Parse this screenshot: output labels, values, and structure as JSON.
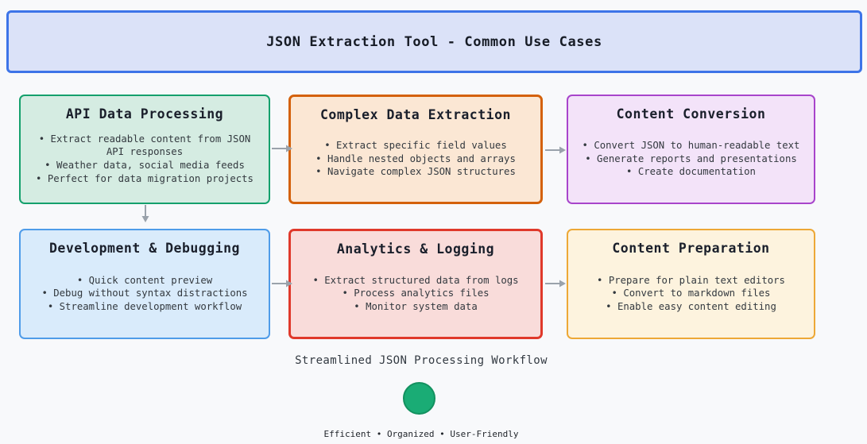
{
  "colors": {
    "page_bg": "#f8f9fb",
    "arrow": "#9aa2ab",
    "title_text": "#171c26",
    "body_text": "#33393f"
  },
  "header": {
    "title": "JSON Extraction Tool - Common Use Cases",
    "fill": "#dbe2f8",
    "border": "#3d74e8"
  },
  "boxes": [
    {
      "id": "api-data-processing",
      "title": "API Data Processing",
      "bullets": [
        "Extract readable content from JSON API responses",
        "Weather data, social media feeds",
        "Perfect for data migration projects"
      ],
      "fill": "#d5ece2",
      "border": "#14a06c"
    },
    {
      "id": "complex-data-extraction",
      "title": "Complex Data Extraction",
      "bullets": [
        "Extract specific field values",
        "Handle nested objects and arrays",
        "Navigate complex JSON structures"
      ],
      "fill": "#fbe7d4",
      "border": "#d4610b"
    },
    {
      "id": "content-conversion",
      "title": "Content Conversion",
      "bullets": [
        "Convert JSON to human-readable text",
        "Generate reports and presentations",
        "Create documentation"
      ],
      "fill": "#f3e3f9",
      "border": "#a845cb"
    },
    {
      "id": "development-debugging",
      "title": "Development & Debugging",
      "bullets": [
        "Quick content preview",
        "Debug without syntax distractions",
        "Streamline development workflow"
      ],
      "fill": "#d9ebfb",
      "border": "#4f9ce9"
    },
    {
      "id": "analytics-logging",
      "title": "Analytics & Logging",
      "bullets": [
        "Extract structured data from logs",
        "Process analytics files",
        "Monitor system data"
      ],
      "fill": "#f9dcda",
      "border": "#e0392b"
    },
    {
      "id": "content-preparation",
      "title": "Content Preparation",
      "bullets": [
        "Prepare for plain text editors",
        "Convert to markdown files",
        "Enable easy content editing"
      ],
      "fill": "#fdf3de",
      "border": "#eda836"
    }
  ],
  "connections": [
    {
      "from": "api-data-processing",
      "to": "complex-data-extraction",
      "direction": "right"
    },
    {
      "from": "complex-data-extraction",
      "to": "content-conversion",
      "direction": "right"
    },
    {
      "from": "api-data-processing",
      "to": "development-debugging",
      "direction": "down"
    },
    {
      "from": "development-debugging",
      "to": "analytics-logging",
      "direction": "right"
    },
    {
      "from": "analytics-logging",
      "to": "content-preparation",
      "direction": "right"
    }
  ],
  "footer": {
    "workflow_label": "Streamlined JSON Processing Workflow",
    "circle_color": "#1aac75",
    "tagline": "Efficient • Organized • User-Friendly"
  }
}
